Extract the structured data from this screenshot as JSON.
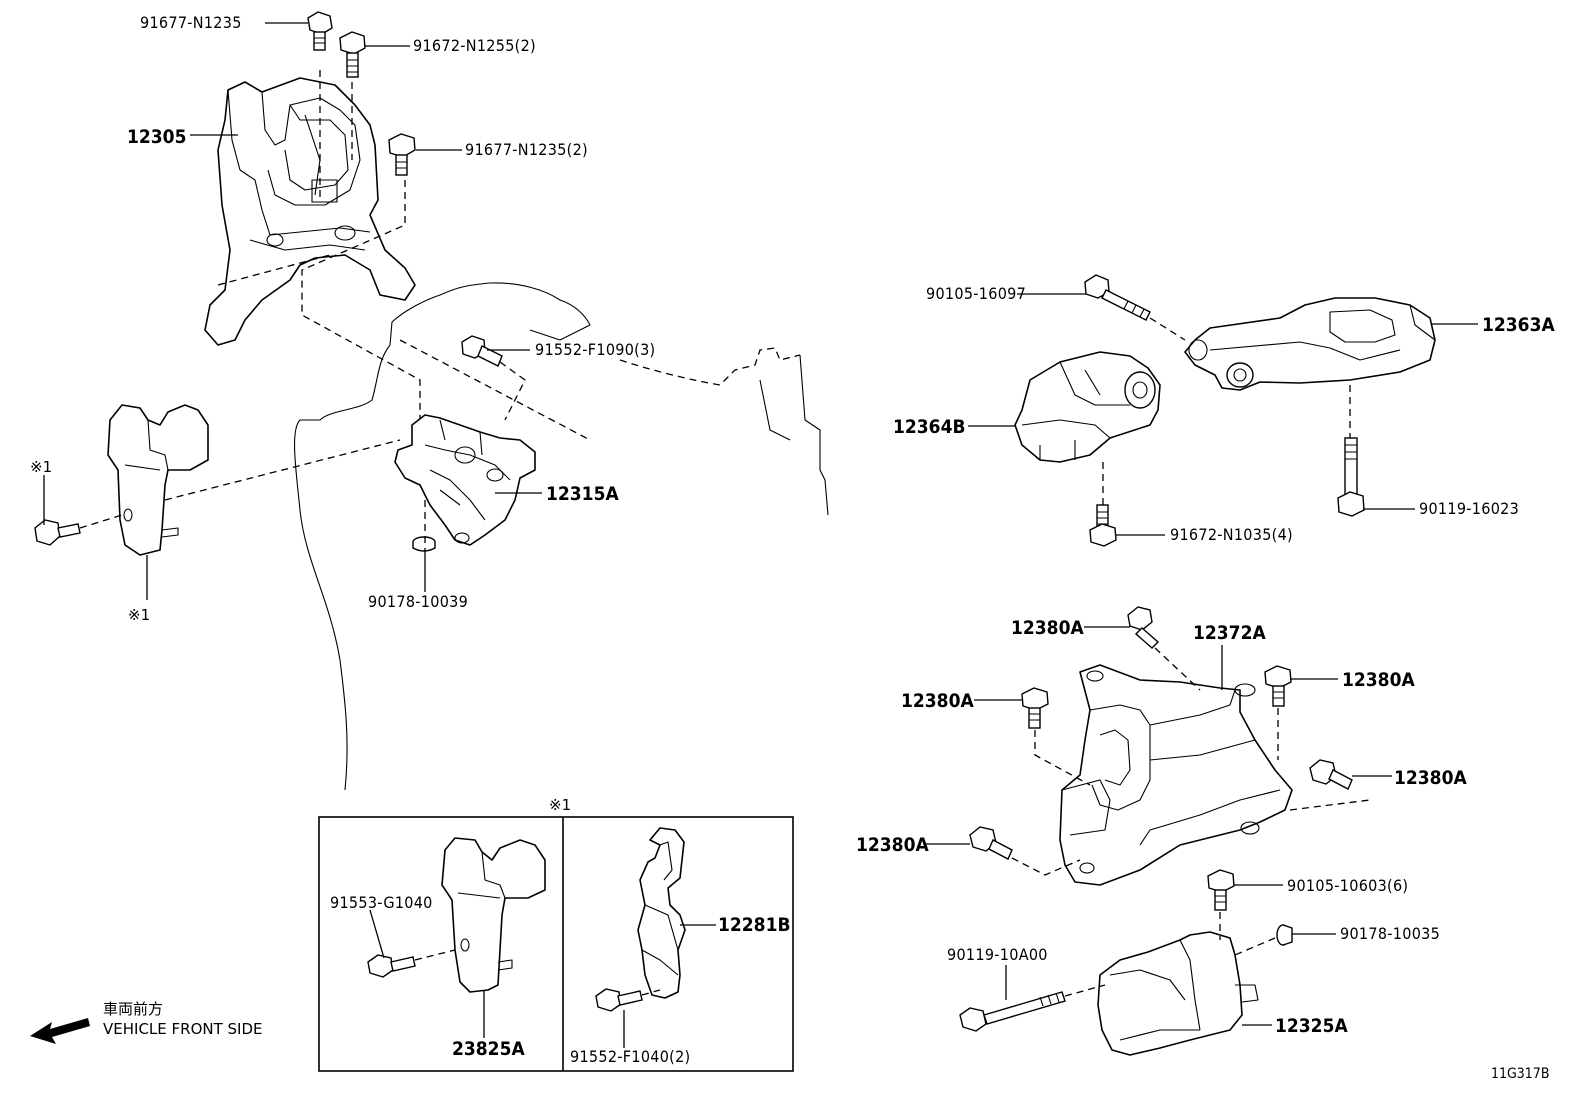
{
  "labels": {
    "p01": "91677-N1235",
    "p02": "91672-N1255(2)",
    "p03": "12305",
    "p04": "91677-N1235(2)",
    "p05": "91552-F1090(3)",
    "p06": "12315A",
    "p07": "90178-10039",
    "note1": "※1",
    "p08": "90105-16097",
    "p09": "12363A",
    "p10": "12364B",
    "p11": "90119-16023",
    "p12": "91672-N1035(4)",
    "p13": "12380A",
    "p14": "12372A",
    "p15": "90105-10603(6)",
    "p16": "90178-10035",
    "p17": "90119-10A00",
    "p18": "12325A",
    "p19": "91553-G1040",
    "p20": "12281B",
    "p21": "23825A",
    "p22": "91552-F1040(2)",
    "front_jp": "車両前方",
    "front_en": "VEHICLE FRONT SIDE",
    "code": "11G317B"
  }
}
